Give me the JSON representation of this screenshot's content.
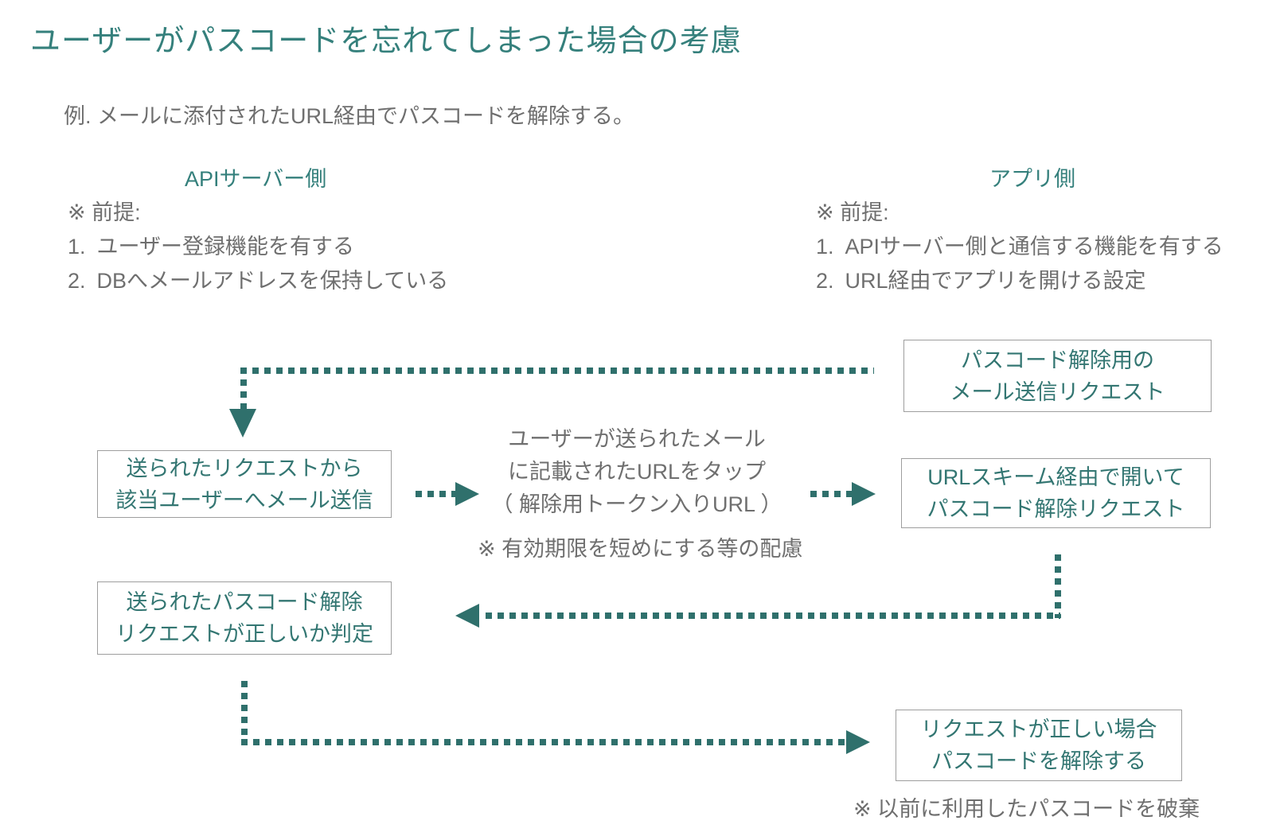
{
  "page": {
    "title": "ユーザーがパスコードを忘れてしまった場合の考慮",
    "example": "例. メールに添付されたURL経由でパスコードを解除する。"
  },
  "colors": {
    "accent_teal": "#35807c",
    "box_text_teal": "#337672",
    "arrow_teal": "#2f706c",
    "gray_text": "#6f6f6f",
    "box_border": "#9e9e9e",
    "background": "#ffffff"
  },
  "columns": {
    "api_server": {
      "header": "APIサーバー側",
      "premise_label": "※ 前提:",
      "premises": [
        {
          "num": "1.",
          "text": "ユーザー登録機能を有する"
        },
        {
          "num": "2.",
          "text": "DBへメールアドレスを保持している"
        }
      ]
    },
    "app": {
      "header": "アプリ側",
      "premise_label": "※ 前提:",
      "premises": [
        {
          "num": "1.",
          "text": "APIサーバー側と通信する機能を有する"
        },
        {
          "num": "2.",
          "text": "URL経由でアプリを開ける設定"
        }
      ]
    }
  },
  "flow": {
    "mail_request_box": {
      "line1": "パスコード解除用の",
      "line2": "メール送信リクエスト"
    },
    "send_mail_box": {
      "line1": "送られたリクエストから",
      "line2": "該当ユーザーへメール送信"
    },
    "tap_step": {
      "line1": "ユーザーが送られたメール",
      "line2": "に記載されたURLをタップ",
      "line3": "（ 解除用トークン入りURL ）"
    },
    "expiry_note": "※ 有効期限を短めにする等の配慮",
    "url_scheme_box": {
      "line1": "URLスキーム経由で開いて",
      "line2": "パスコード解除リクエスト"
    },
    "validate_box": {
      "line1": "送られたパスコード解除",
      "line2": "リクエストが正しいか判定"
    },
    "unlock_box": {
      "line1": "リクエストが正しい場合",
      "line2": "パスコードを解除する"
    },
    "discard_note": "※ 以前に利用したパスコードを破棄"
  }
}
